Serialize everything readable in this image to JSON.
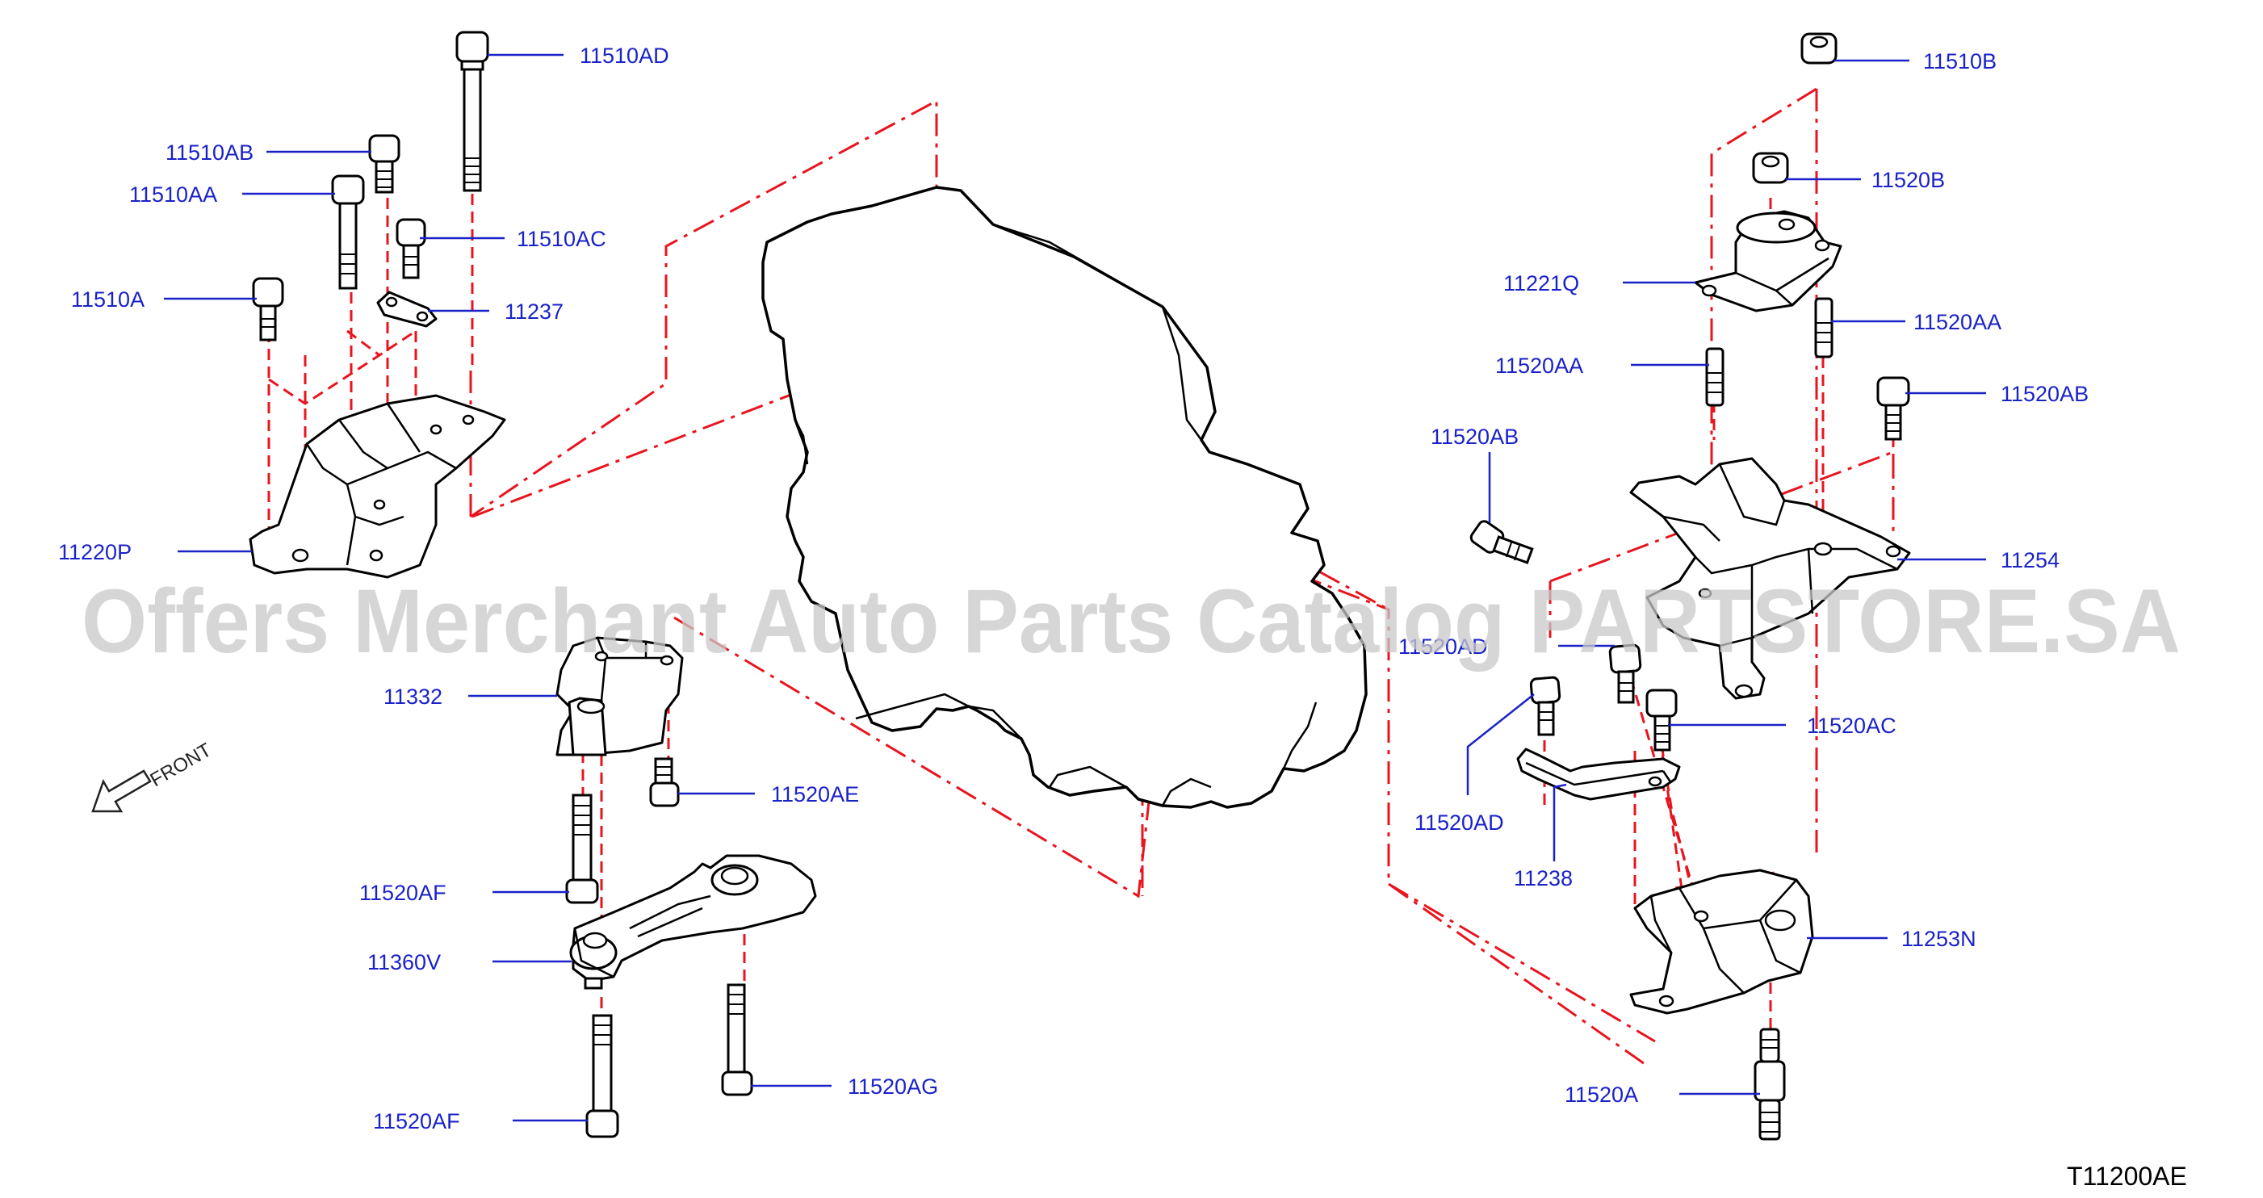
{
  "diagram": {
    "reference_code": "T11200AE",
    "watermark": "Offers Merchant Auto Parts Catalog PARTSTORE.SA",
    "direction_label": "FRONT",
    "colors": {
      "callout_text": "#1a22c8",
      "leader_line": "#1a22c8",
      "assembly_line": "#e8141e",
      "outline": "#000000",
      "watermark": "#c9c9c9"
    },
    "callouts": [
      {
        "id": "c1",
        "label": "11510AD"
      },
      {
        "id": "c2",
        "label": "11510AB"
      },
      {
        "id": "c3",
        "label": "11510AA"
      },
      {
        "id": "c4",
        "label": "11510AC"
      },
      {
        "id": "c5",
        "label": "11510A"
      },
      {
        "id": "c6",
        "label": "11237"
      },
      {
        "id": "c7",
        "label": "11220P"
      },
      {
        "id": "c8",
        "label": "11332"
      },
      {
        "id": "c9",
        "label": "11520AE"
      },
      {
        "id": "c10",
        "label": "11520AF"
      },
      {
        "id": "c11",
        "label": "11360V"
      },
      {
        "id": "c12",
        "label": "11520AG"
      },
      {
        "id": "c13",
        "label": "11520AF"
      },
      {
        "id": "c14",
        "label": "11510B"
      },
      {
        "id": "c15",
        "label": "11520B"
      },
      {
        "id": "c16",
        "label": "11221Q"
      },
      {
        "id": "c17",
        "label": "11520AA"
      },
      {
        "id": "c18",
        "label": "11520AA"
      },
      {
        "id": "c19",
        "label": "11520AB"
      },
      {
        "id": "c20",
        "label": "11520AB"
      },
      {
        "id": "c21",
        "label": "11254"
      },
      {
        "id": "c22",
        "label": "11520AD"
      },
      {
        "id": "c23",
        "label": "11520AC"
      },
      {
        "id": "c24",
        "label": "11520AD"
      },
      {
        "id": "c25",
        "label": "11238"
      },
      {
        "id": "c26",
        "label": "11253N"
      },
      {
        "id": "c27",
        "label": "11520A"
      }
    ]
  }
}
